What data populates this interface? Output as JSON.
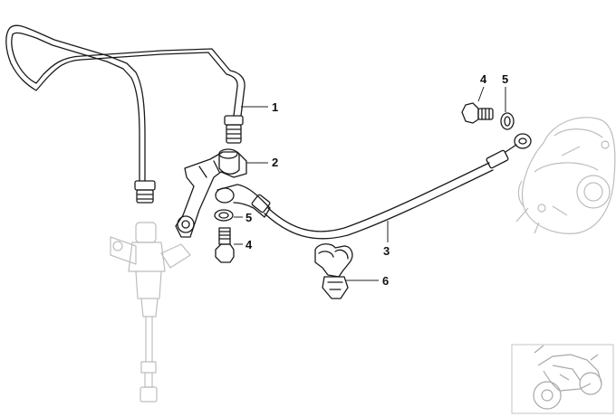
{
  "diagram": {
    "callouts": [
      {
        "id": "1",
        "text": "1"
      },
      {
        "id": "2",
        "text": "2"
      },
      {
        "id": "3",
        "text": "3"
      },
      {
        "id": "4a",
        "text": "4"
      },
      {
        "id": "5a",
        "text": "5"
      },
      {
        "id": "4b",
        "text": "4"
      },
      {
        "id": "5b",
        "text": "5"
      },
      {
        "id": "6",
        "text": "6"
      }
    ]
  }
}
